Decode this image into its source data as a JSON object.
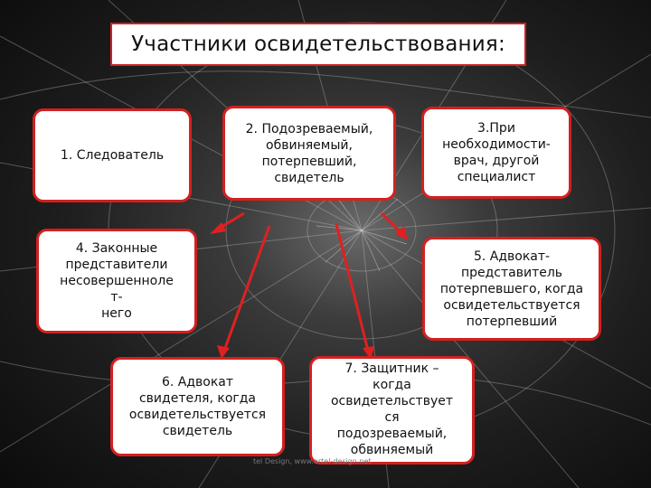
{
  "title": "Участники освидетельствования:",
  "boxes": {
    "b1": "1. Следователь",
    "b2": "2. Подозреваемый,\nобвиняемый,\nпотерпевший,\nсвидетель",
    "b3": "3.При\nнеобходимости-\nврач, другой\nспециалист",
    "b4": "4. Законные\nпредставители\nнесовершенноле\nт-\nнего",
    "b5": "5. Адвокат-\nпредставитель\nпотерпевшего, когда\nосвидетельствуется\nпотерпевший",
    "b6": "6. Адвокат\nсвидетеля, когда\nосвидетельствуется\nсвидетель",
    "b7": "7. Защитник –\nкогда\nосвидетельствует\nся\nподозреваемый,\nобвиняемый"
  },
  "watermark": "tel Design, www.artel-design.net",
  "colors": {
    "border": "#d42020",
    "arrow": "#e02020",
    "background": "#1a1a1a"
  }
}
